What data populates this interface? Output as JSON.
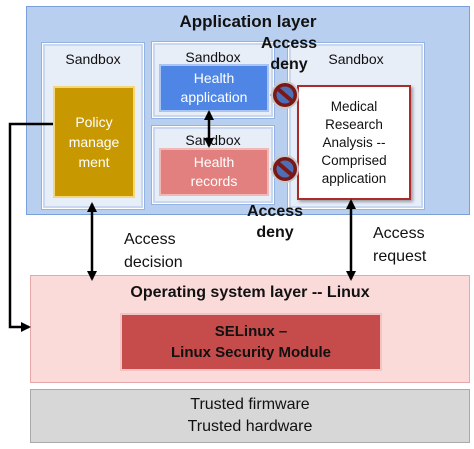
{
  "application_layer": {
    "title": "Application layer",
    "sandbox_label": "Sandbox",
    "policy_management": "Policy\nmanage\nment",
    "health_application": "Health\napplication",
    "health_records": "Health\nrecords",
    "medical_research": "Medical\nResearch\nAnalysis --\nComprised\napplication"
  },
  "labels": {
    "access_deny": "Access\ndeny",
    "access_decision": "Access\ndecision",
    "access_request": "Access\nrequest"
  },
  "os_layer": {
    "title": "Operating system layer --  Linux",
    "selinux": "SELinux –\nLinux Security Module"
  },
  "hardware_layer": {
    "text": "Trusted firmware\nTrusted hardware"
  },
  "colors": {
    "deny_icon": "#8a1a1a",
    "arrow": "#000000"
  },
  "icons": [
    "no-entry-icon",
    "no-entry-icon"
  ]
}
